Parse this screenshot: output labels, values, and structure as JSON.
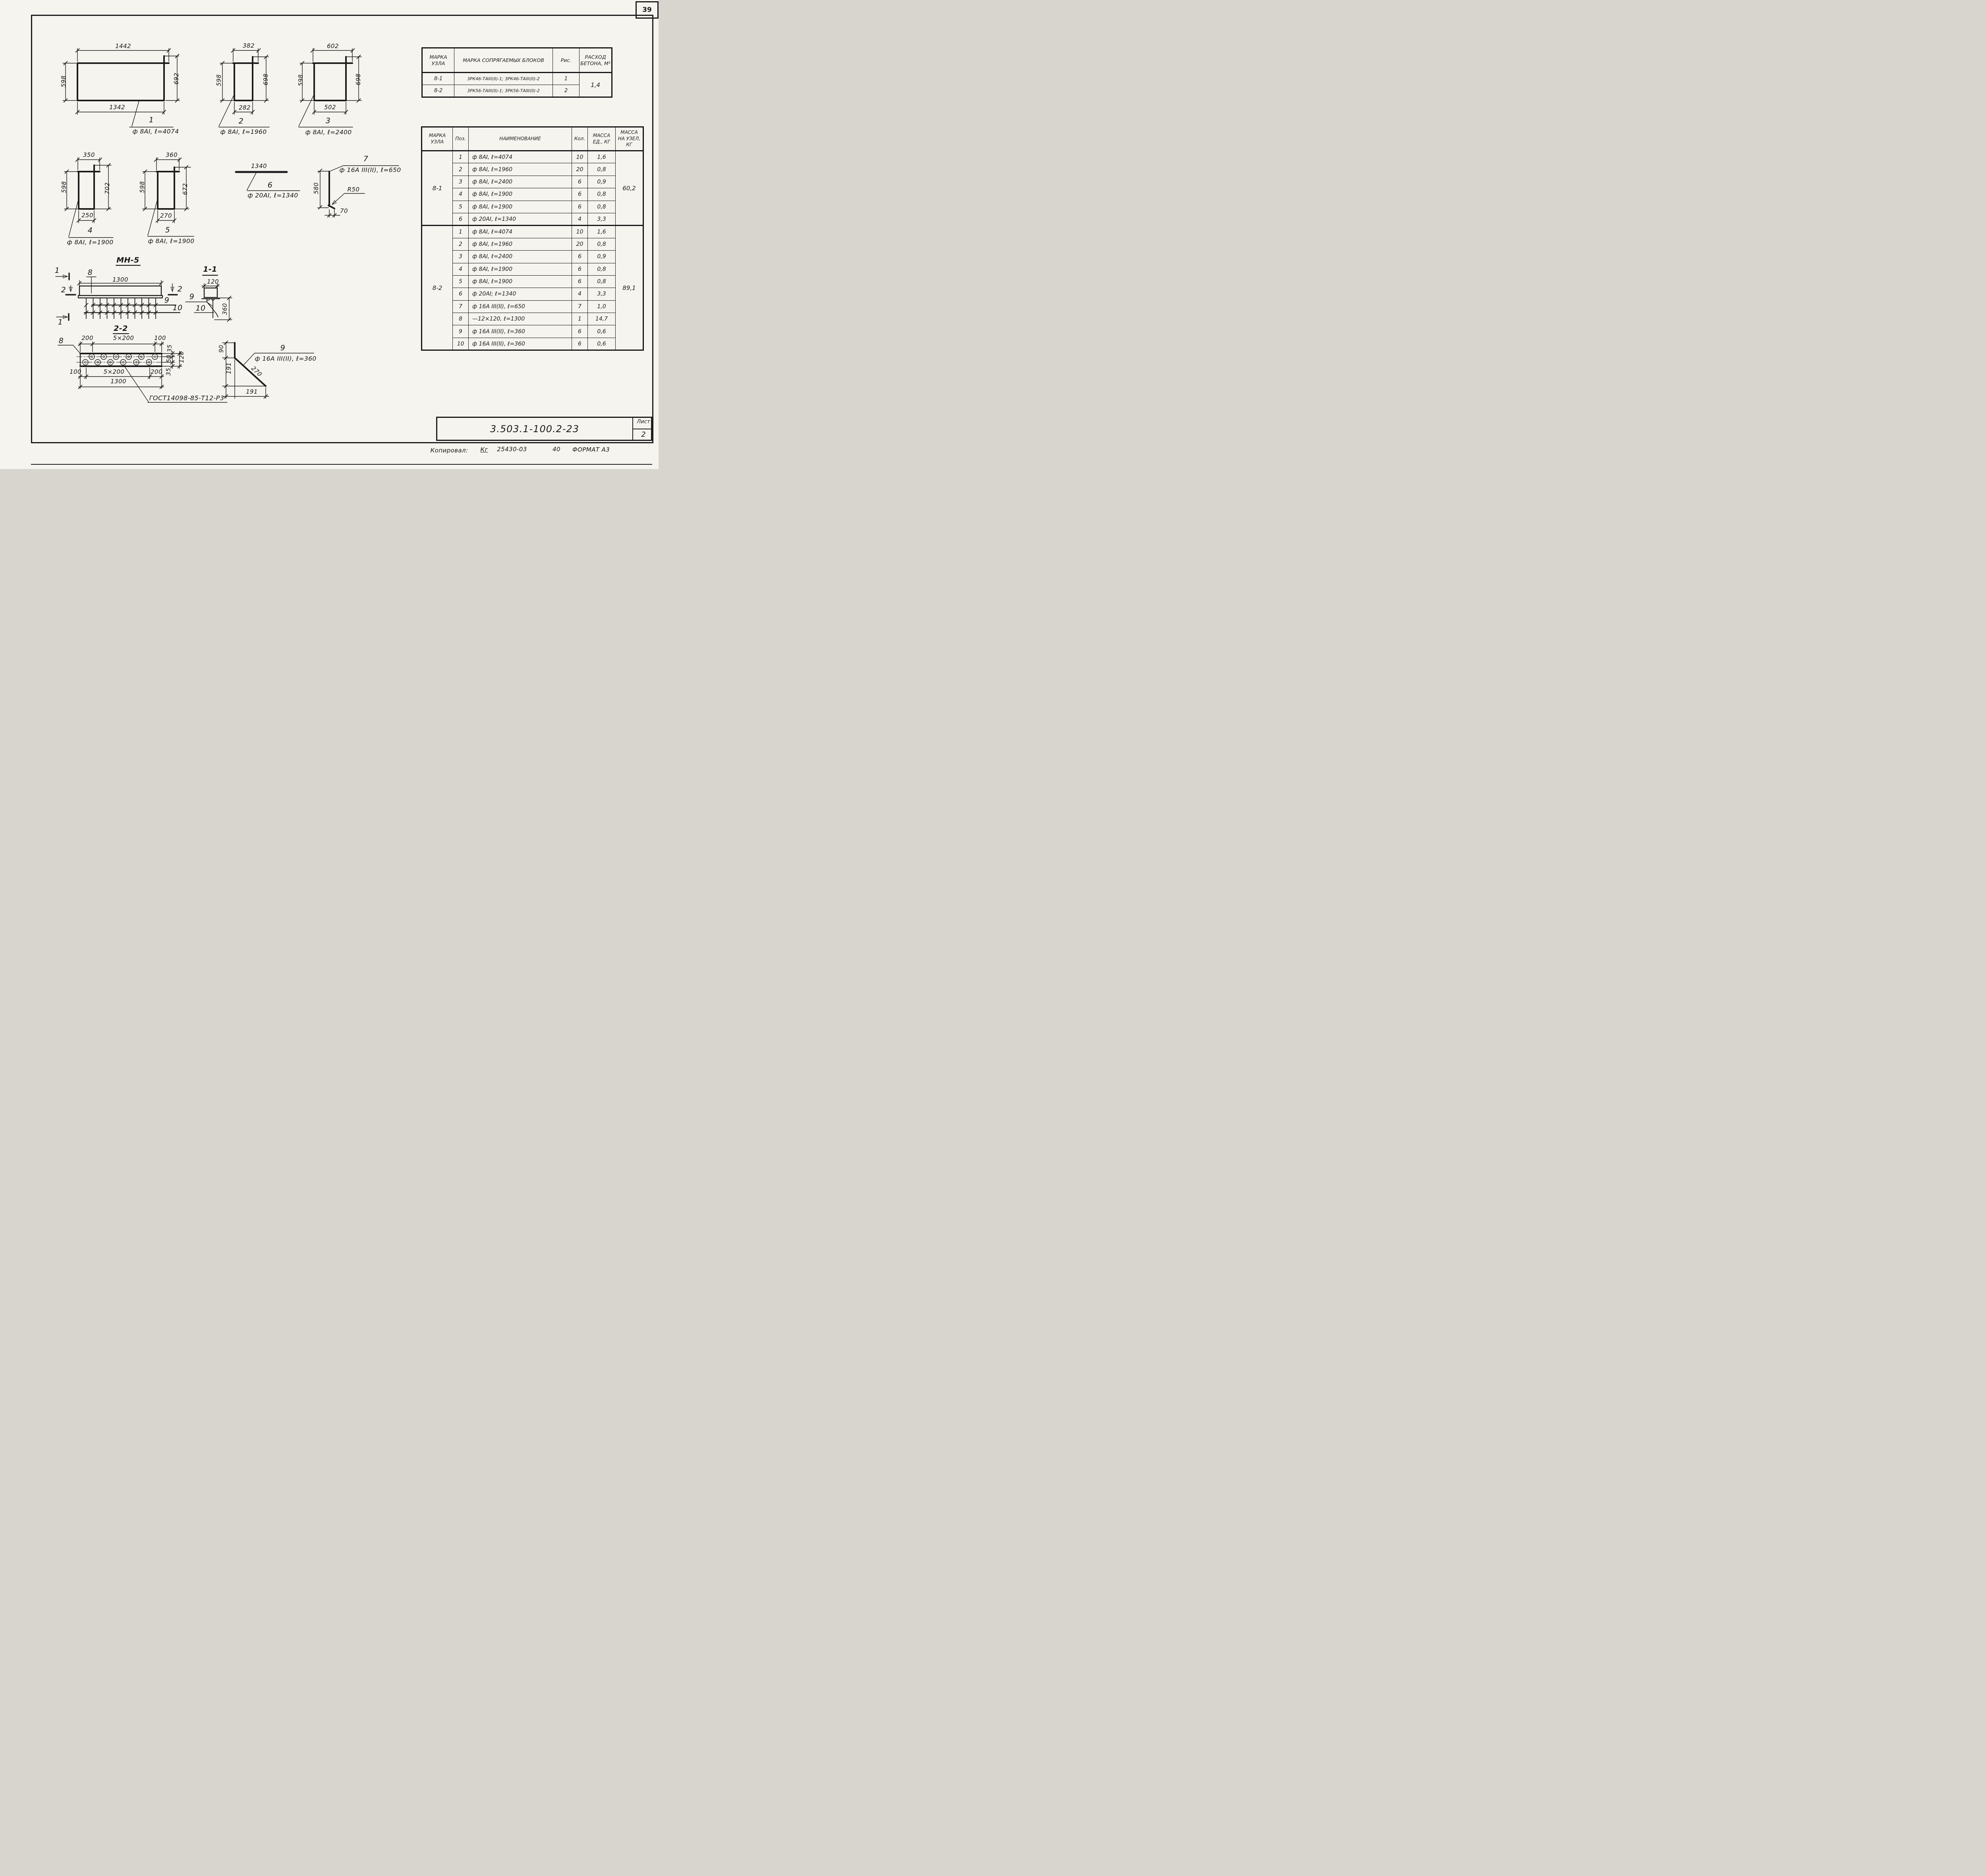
{
  "page": {
    "number": "39",
    "doc_number": "3.503.1-100.2-23",
    "sheet_label": "Лист",
    "sheet_number": "2",
    "footer_label": "Копировал:",
    "footer_sig": "Кг",
    "footer_code": "25430-03",
    "footer_count": "40",
    "footer_format": "ФОРМАТ А3"
  },
  "views": {
    "v1": {
      "label": "1",
      "spec": "ф 8АI, ℓ=4074",
      "dim_top": "1442",
      "dim_left": "598",
      "dim_right": "692",
      "dim_bottom": "1342"
    },
    "v2": {
      "label": "2",
      "spec": "ф 8АI, ℓ=1960",
      "dim_top": "382",
      "dim_left": "598",
      "dim_right": "698",
      "dim_bottom": "282"
    },
    "v3": {
      "label": "3",
      "spec": "ф 8АI, ℓ=2400",
      "dim_top": "602",
      "dim_left": "598",
      "dim_right": "698",
      "dim_bottom": "502"
    },
    "v4": {
      "label": "4",
      "spec": "ф 8АI, ℓ=1900",
      "dim_top": "350",
      "dim_left": "598",
      "dim_right": "702",
      "dim_bottom": "250"
    },
    "v5": {
      "label": "5",
      "spec": "ф 8АI, ℓ=1900",
      "dim_top": "360",
      "dim_left": "598",
      "dim_right": "672",
      "dim_bottom": "270"
    },
    "v6": {
      "label": "6",
      "spec": "ф 20АI, ℓ=1340",
      "dim_top": "1340"
    },
    "v7": {
      "label": "7",
      "spec": "ф 16А III(II), ℓ=650",
      "dim_left": "580",
      "dim_bottom": "70",
      "radius": "R50"
    },
    "mn5": {
      "title": "МН-5",
      "marker_1": "1",
      "marker_2": "2",
      "pos_8": "8",
      "pos_9": "9",
      "pos_10": "10",
      "dim_top": "1300"
    },
    "s11": {
      "title": "1-1",
      "dim_top": "120",
      "dim_right": "360",
      "pos_9": "9",
      "pos_10": "10"
    },
    "s22": {
      "title": "2-2",
      "pos_8": "8",
      "dim_top_1": "200",
      "dim_top_2": "5×200",
      "dim_top_3": "100",
      "dim_bot_1": "100",
      "dim_bot_2": "5×200",
      "dim_bot_3": "200",
      "dim_total": "1300",
      "dim_r1": "35",
      "dim_r2": "50",
      "dim_r3": "35",
      "dim_r_total": "120",
      "gost": "ГОСТ14098-85-Т12-Р3"
    },
    "v9": {
      "label": "9",
      "spec": "ф 16А III(II), ℓ=360",
      "dim_v1": "90",
      "dim_v2": "191",
      "dim_diag": "270",
      "dim_bottom": "191"
    }
  },
  "table1": {
    "headers": [
      "МАРКА УЗЛА",
      "МАРКА СОПРЯГАЕМЫХ БЛОКОВ",
      "Рис.",
      "РАСХОД БЕТОНА, М³"
    ],
    "rows": [
      {
        "mark": "8-1",
        "blocks": "3РК46-ТАIII(II)-1; 3РК46-ТАIII(II)-2",
        "fig": "1"
      },
      {
        "mark": "8-2",
        "blocks": "3РК56-ТАIII(II)-1; 3РК56-ТАIII(II)-2",
        "fig": "2"
      }
    ],
    "concrete": "1,4"
  },
  "table2": {
    "headers": {
      "mark": "МАРКА УЗЛА",
      "pos": "Поз.",
      "name": "НАИМЕНОВАНИЕ",
      "qty": "Кол.",
      "mass_unit": "МАССА ЕД., КГ",
      "mass_node": "МАССА НА УЗЕЛ, КГ"
    },
    "groups": [
      {
        "mark": "8-1",
        "mass_node": "60,2",
        "rows": [
          {
            "pos": "1",
            "name": "ф 8АI, ℓ=4074",
            "qty": "10",
            "mass": "1,6"
          },
          {
            "pos": "2",
            "name": "ф 8АI, ℓ=1960",
            "qty": "20",
            "mass": "0,8"
          },
          {
            "pos": "3",
            "name": "ф 8АI, ℓ=2400",
            "qty": "6",
            "mass": "0,9"
          },
          {
            "pos": "4",
            "name": "ф 8АI, ℓ=1900",
            "qty": "6",
            "mass": "0,8"
          },
          {
            "pos": "5",
            "name": "ф 8АI, ℓ=1900",
            "qty": "6",
            "mass": "0,8"
          },
          {
            "pos": "6",
            "name": "ф 20АI, ℓ=1340",
            "qty": "4",
            "mass": "3,3"
          }
        ]
      },
      {
        "mark": "8-2",
        "mass_node": "89,1",
        "rows": [
          {
            "pos": "1",
            "name": "ф 8АI, ℓ=4074",
            "qty": "10",
            "mass": "1,6"
          },
          {
            "pos": "2",
            "name": "ф 8АI, ℓ=1960",
            "qty": "20",
            "mass": "0,8"
          },
          {
            "pos": "3",
            "name": "ф 8АI, ℓ=2400",
            "qty": "6",
            "mass": "0,9"
          },
          {
            "pos": "4",
            "name": "ф 8АI, ℓ=1900",
            "qty": "6",
            "mass": "0,8"
          },
          {
            "pos": "5",
            "name": "ф 8АI, ℓ=1900",
            "qty": "6",
            "mass": "0,8"
          },
          {
            "pos": "6",
            "name": "ф 20АI; ℓ=1340",
            "qty": "4",
            "mass": "3,3"
          },
          {
            "pos": "7",
            "name": "ф 16А III(II), ℓ=650",
            "qty": "7",
            "mass": "1,0"
          },
          {
            "pos": "8",
            "name": "—12×120, ℓ=1300",
            "qty": "1",
            "mass": "14,7"
          },
          {
            "pos": "9",
            "name": "ф 16А III(II), ℓ=360",
            "qty": "6",
            "mass": "0,6"
          },
          {
            "pos": "10",
            "name": "ф 16А III(II), ℓ=360",
            "qty": "6",
            "mass": "0,6"
          }
        ]
      }
    ]
  }
}
